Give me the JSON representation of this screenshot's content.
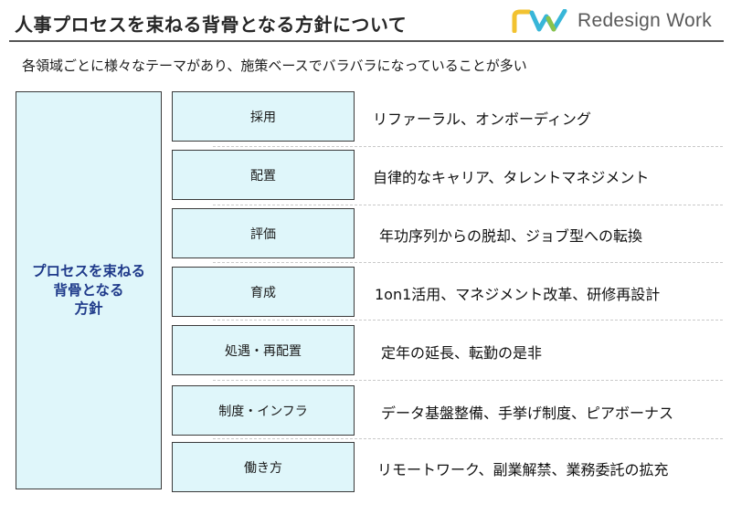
{
  "header": {
    "title": "人事プロセスを束ねる背骨となる方針について",
    "logo_text": "Redesign Work",
    "logo_colors": [
      "#f2c230",
      "#38b6d8",
      "#8bc34a"
    ]
  },
  "subtitle": "各領域ごとに様々なテーマがあり、施策ベースでバラバラになっていることが多い",
  "main_box": {
    "label": "プロセスを束ねる\n背骨となる\n方針"
  },
  "rows": [
    {
      "process": "採用",
      "description": "リファーラル、オンボーディング"
    },
    {
      "process": "配置",
      "description": "自律的なキャリア、タレントマネジメント"
    },
    {
      "process": "評価",
      "description": "年功序列からの脱却、ジョブ型への転換"
    },
    {
      "process": "育成",
      "description": "1on1活用、マネジメント改革、研修再設計"
    },
    {
      "process": "処遇・再配置",
      "description": "定年の延長、転勤の是非"
    },
    {
      "process": "制度・インフラ",
      "description": "データ基盤整備、手挙げ制度、ピアボーナス"
    },
    {
      "process": "働き方",
      "description": "リモートワーク、副業解禁、業務委託の拡充"
    }
  ]
}
